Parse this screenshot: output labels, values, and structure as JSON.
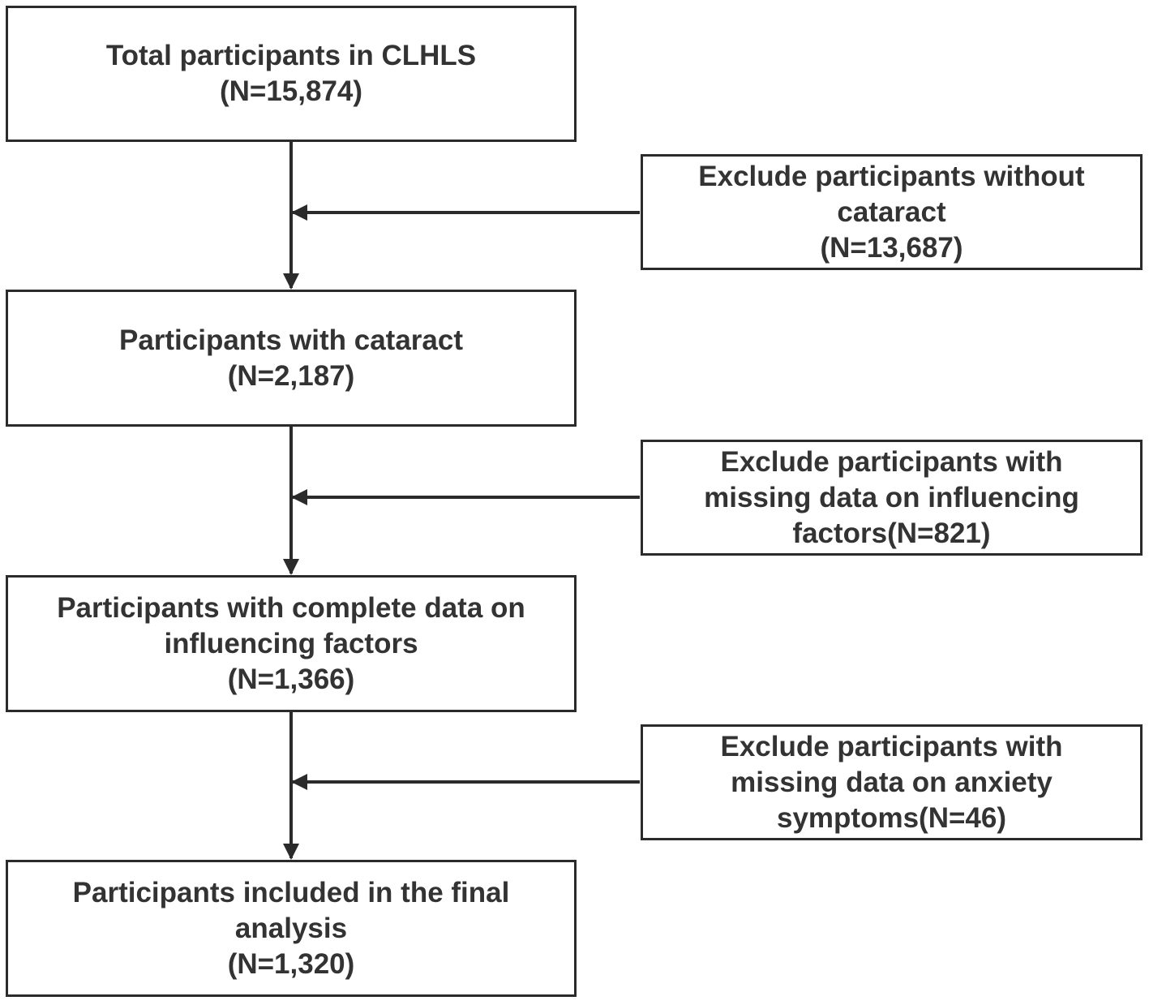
{
  "flowchart": {
    "main_steps": [
      {
        "lines": [
          "Total participants in CLHLS",
          "(N=15,874)"
        ]
      },
      {
        "lines": [
          "Participants with cataract",
          "(N=2,187)"
        ]
      },
      {
        "lines": [
          "Participants with complete data on",
          "influencing factors",
          "(N=1,366)"
        ]
      },
      {
        "lines": [
          "Participants included in the final",
          "analysis",
          "(N=1,320)"
        ]
      }
    ],
    "exclusions": [
      {
        "lines": [
          "Exclude participants without",
          "cataract",
          "(N=13,687)"
        ]
      },
      {
        "lines": [
          "Exclude participants with",
          "missing data on influencing",
          "factors(N=821)"
        ]
      },
      {
        "lines": [
          "Exclude participants with",
          "missing data on anxiety",
          "symptoms(N=46)"
        ]
      }
    ]
  },
  "colors": {
    "border": "#2b2b2b",
    "text": "#333333",
    "background": "#ffffff"
  }
}
